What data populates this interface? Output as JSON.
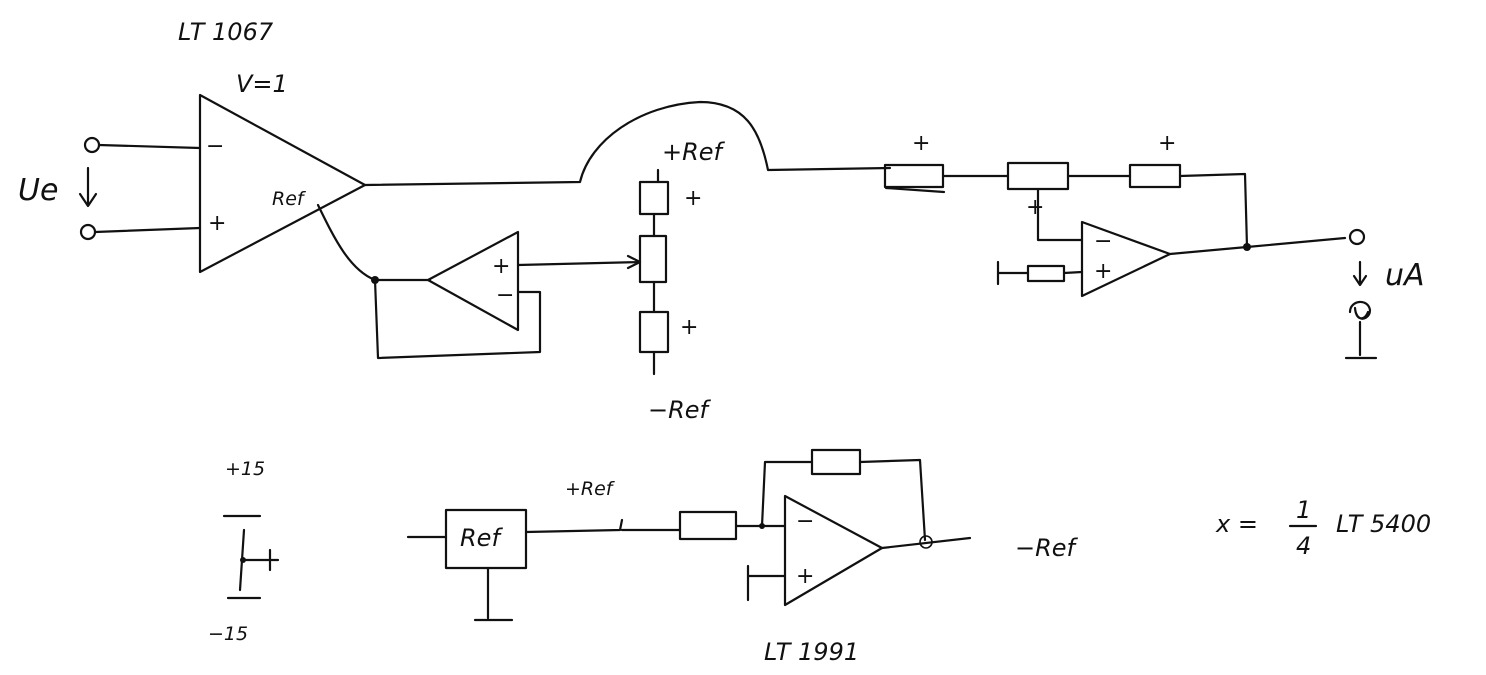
{
  "amp_top": {
    "part": "LT 1067",
    "gain": "V=1",
    "minus": "−",
    "plus": "+",
    "ref": "Ref"
  },
  "input": {
    "label": "Ue"
  },
  "buffer": {
    "plus": "+",
    "minus": "−"
  },
  "divider": {
    "top_rail": "+Ref",
    "bottom_rail": "−Ref",
    "mark_top": "+",
    "mark_bottom": "+"
  },
  "output_stage": {
    "mark_r1": "+",
    "mark_r3": "+",
    "mark_fb": "+",
    "minus": "−",
    "plus": "+"
  },
  "output": {
    "label": "uA"
  },
  "supply": {
    "positive": "+15",
    "negative": "−15"
  },
  "reference": {
    "box_label": "Ref",
    "out_label": "+Ref",
    "inv_out_label": "−Ref"
  },
  "inverter": {
    "part": "LT 1991",
    "minus": "−",
    "plus": "+"
  },
  "note": {
    "x_prefix": "x =",
    "numerator": "1",
    "denominator": "4",
    "part": "LT 5400"
  }
}
